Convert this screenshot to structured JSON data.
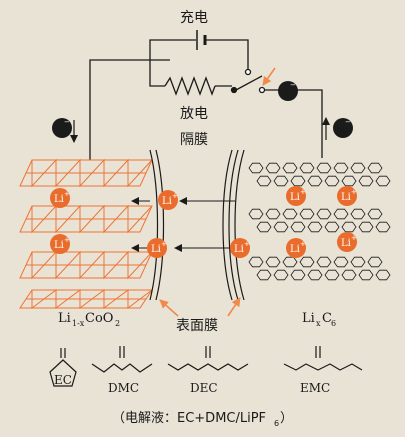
{
  "labels": {
    "charge": "充电",
    "discharge": "放电",
    "separator": "隔膜",
    "surface_film": "表面膜",
    "cathode_formula_a": "Li",
    "cathode_formula_sub": "1-x",
    "cathode_formula_b": "CoO",
    "cathode_formula_sub2": "2",
    "anode_formula_a": "Li",
    "anode_formula_sub": "x",
    "anode_formula_b": "C",
    "anode_formula_sub2": "6",
    "electron": "e",
    "lithium_ion": "Li",
    "ion_charge": "+",
    "electron_charge": "−"
  },
  "molecules": [
    {
      "name": "EC"
    },
    {
      "name": "DMC"
    },
    {
      "name": "DEC"
    },
    {
      "name": "EMC"
    }
  ],
  "caption": {
    "prefix": "（电解液：EC+DMC/LiPF",
    "sub": "6",
    "suffix": "）"
  },
  "colors": {
    "background": "#e9e3d6",
    "ion": "#ea6c2c",
    "electrode": "#ee7332",
    "electron": "#1b1b1b",
    "line": "#1a1a1a",
    "arrow": "#f08a4b"
  }
}
